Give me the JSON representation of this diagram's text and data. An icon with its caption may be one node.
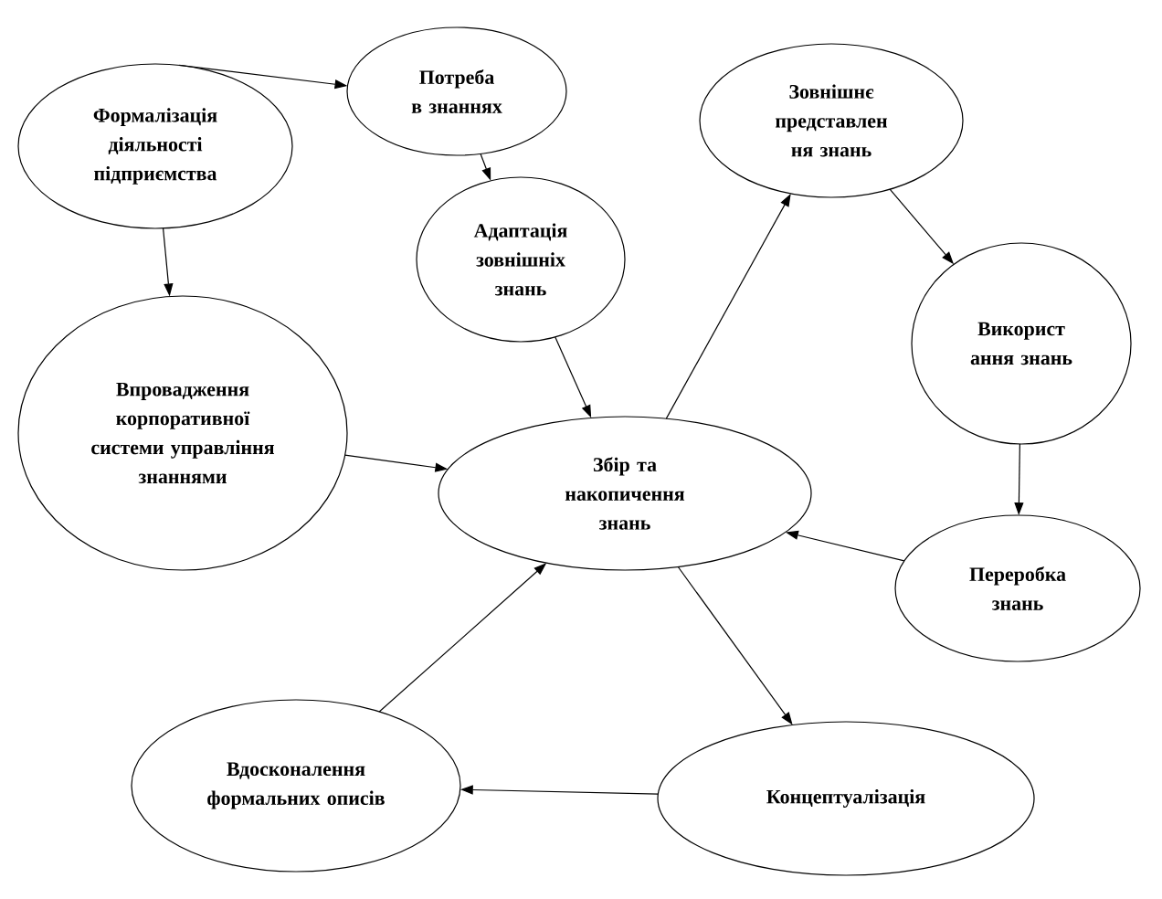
{
  "diagram": {
    "nodes": [
      {
        "text": [
          "Формалізація діяльності підприємства"
        ]
      },
      {
        "text": [
          "Потреба в знаннях"
        ]
      },
      {
        "text": [
          "Адаптація зовнішніх знань"
        ]
      },
      {
        "text": [
          "Впровадження корпоративної системи управління знаннями"
        ]
      },
      {
        "text": [
          "Збір та накопичення знань"
        ]
      },
      {
        "text": [
          "Зовнішнє представлен ня знань"
        ]
      },
      {
        "text": [
          "Використ ання знань"
        ]
      },
      {
        "text": [
          "Переробка знань"
        ]
      },
      {
        "text": [
          "Концептуалізація"
        ]
      },
      {
        "text": [
          "Вдосконалення формальних описів"
        ]
      }
    ],
    "edges": [
      {
        "from": 0,
        "to": 1,
        "arrow": "to"
      },
      {
        "from": 1,
        "to": 2,
        "arrow": "to"
      },
      {
        "from": 0,
        "to": 3,
        "arrow": "to"
      },
      {
        "from": 2,
        "to": 4,
        "arrow": "to"
      },
      {
        "from": 3,
        "to": 4,
        "arrow": "to"
      },
      {
        "from": 4,
        "to": 5,
        "arrow": "to"
      },
      {
        "from": 5,
        "to": 6,
        "arrow": "to"
      },
      {
        "from": 6,
        "to": 7,
        "arrow": "to"
      },
      {
        "from": 7,
        "to": 4,
        "arrow": "to"
      },
      {
        "from": 4,
        "to": 8,
        "arrow": "to"
      },
      {
        "from": 8,
        "to": 9,
        "arrow": "to"
      },
      {
        "from": 9,
        "to": 4,
        "arrow": "to"
      }
    ]
  }
}
